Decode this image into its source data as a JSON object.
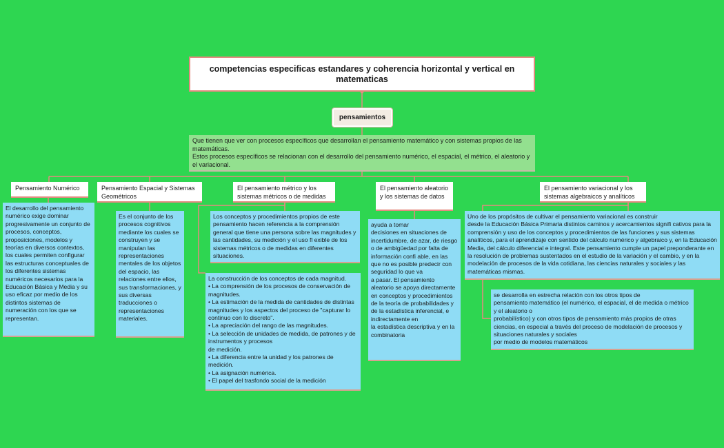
{
  "title": "competencias especificas estandares y coherencia horizontal y vertical en matematicas",
  "center": "pensamientos",
  "description": "Que tienen que ver con procesos específicos que desarrollan el pensamiento matemático y con sistemas propios de las matemáticas.\nEstos procesos específicos se relacionan con el desarrollo del pensamiento numérico, el espacial, el métrico, el aleatorio y el variacional.",
  "branches": [
    {
      "label": "Pensamiento Numérico",
      "details": [
        "El desarrollo del pensamiento numérico exige dominar progresivamente un conjunto de procesos, conceptos, proposiciones, modelos y teorías en diversos contextos, los cuales permiten configurar las estructuras conceptuales de los diferentes sistemas numéricos necesarios para la Educación Básica y Media y su uso eficaz por medio de los distintos sistemas de numeración con los que se representan."
      ]
    },
    {
      "label": "Pensamiento Espacial y Sistemas Geométricos",
      "details": [
        "Es el conjunto de los procesos cognitivos mediante los cuales se construyen y se manipulan las representaciones mentales de los objetos del espacio, las relaciones entre ellos, sus transformaciones, y sus diversas traducciones o representaciones materiales."
      ]
    },
    {
      "label": "El pensamiento métrico y los sistemas métricos o de medidas",
      "details": [
        "Los conceptos y procedimientos propios de este pensamiento hacen referencia a la comprensión general que tiene una persona sobre las magnitudes y las cantidades, su medición y el uso fl exible de los sistemas métricos o de medidas en diferentes situaciones.",
        " La construcción de los conceptos de cada magnitud.\n• La comprensión de los procesos de conservación de magnitudes.\n• La estimación de la medida de cantidades de distintas magnitudes y los aspectos del proceso de \"capturar lo continuo con lo discreto\".\n• La apreciación del rango de las magnitudes.\n• La selección de unidades de medida, de patrones y de instrumentos y procesos\nde medición.\n• La diferencia entre la unidad y los patrones de medición.\n• La asignación numérica.\n• El papel del trasfondo social de la medición"
      ]
    },
    {
      "label": "El pensamiento aleatorio y los sistemas de datos",
      "details": [
        " ayuda a tomar\ndecisiones en situaciones de incertidumbre, de azar, de riesgo o de ambigüedad por falta de información confi able, en las que no es posible predecir con seguridad lo que va\na pasar. El pensamiento aleatorio se apoya directamente en conceptos y procedimientos de la teoría de probabilidades y de la estadística inferencial, e indirectamente en\nla estadística descriptiva y en la combinatoria"
      ]
    },
    {
      "label": "El pensamiento variacional y los sistemas algebraicos y analíticos",
      "details": [
        " Uno de los propósitos de cultivar el pensamiento variacional es construir\ndesde la Educación Básica Primaria distintos caminos y acercamientos signifi cativos para la comprensión y uso de los conceptos y procedimientos de las funciones y sus sistemas analíticos, para el aprendizaje con sentido del cálculo numérico y algebraico y, en la Educación Media, del cálculo diferencial e integral. Este pensamiento cumple un papel preponderante en la resolución de problemas sustentados en el estudio de la variación y el cambio, y en la modelación de procesos de la vida cotidiana, las ciencias naturales y sociales y las matemáticas mismas.",
        " se desarrolla en estrecha relación con los otros tipos de\npensamiento matemático (el numérico, el espacial, el de medida o métrico y el aleatorio o\nprobabilístico) y con otros tipos de pensamiento más propios de otras ciencias, en especial a través del proceso de modelación de procesos y situaciones naturales y sociales\npor medio de modelos matemáticos"
      ]
    }
  ]
}
